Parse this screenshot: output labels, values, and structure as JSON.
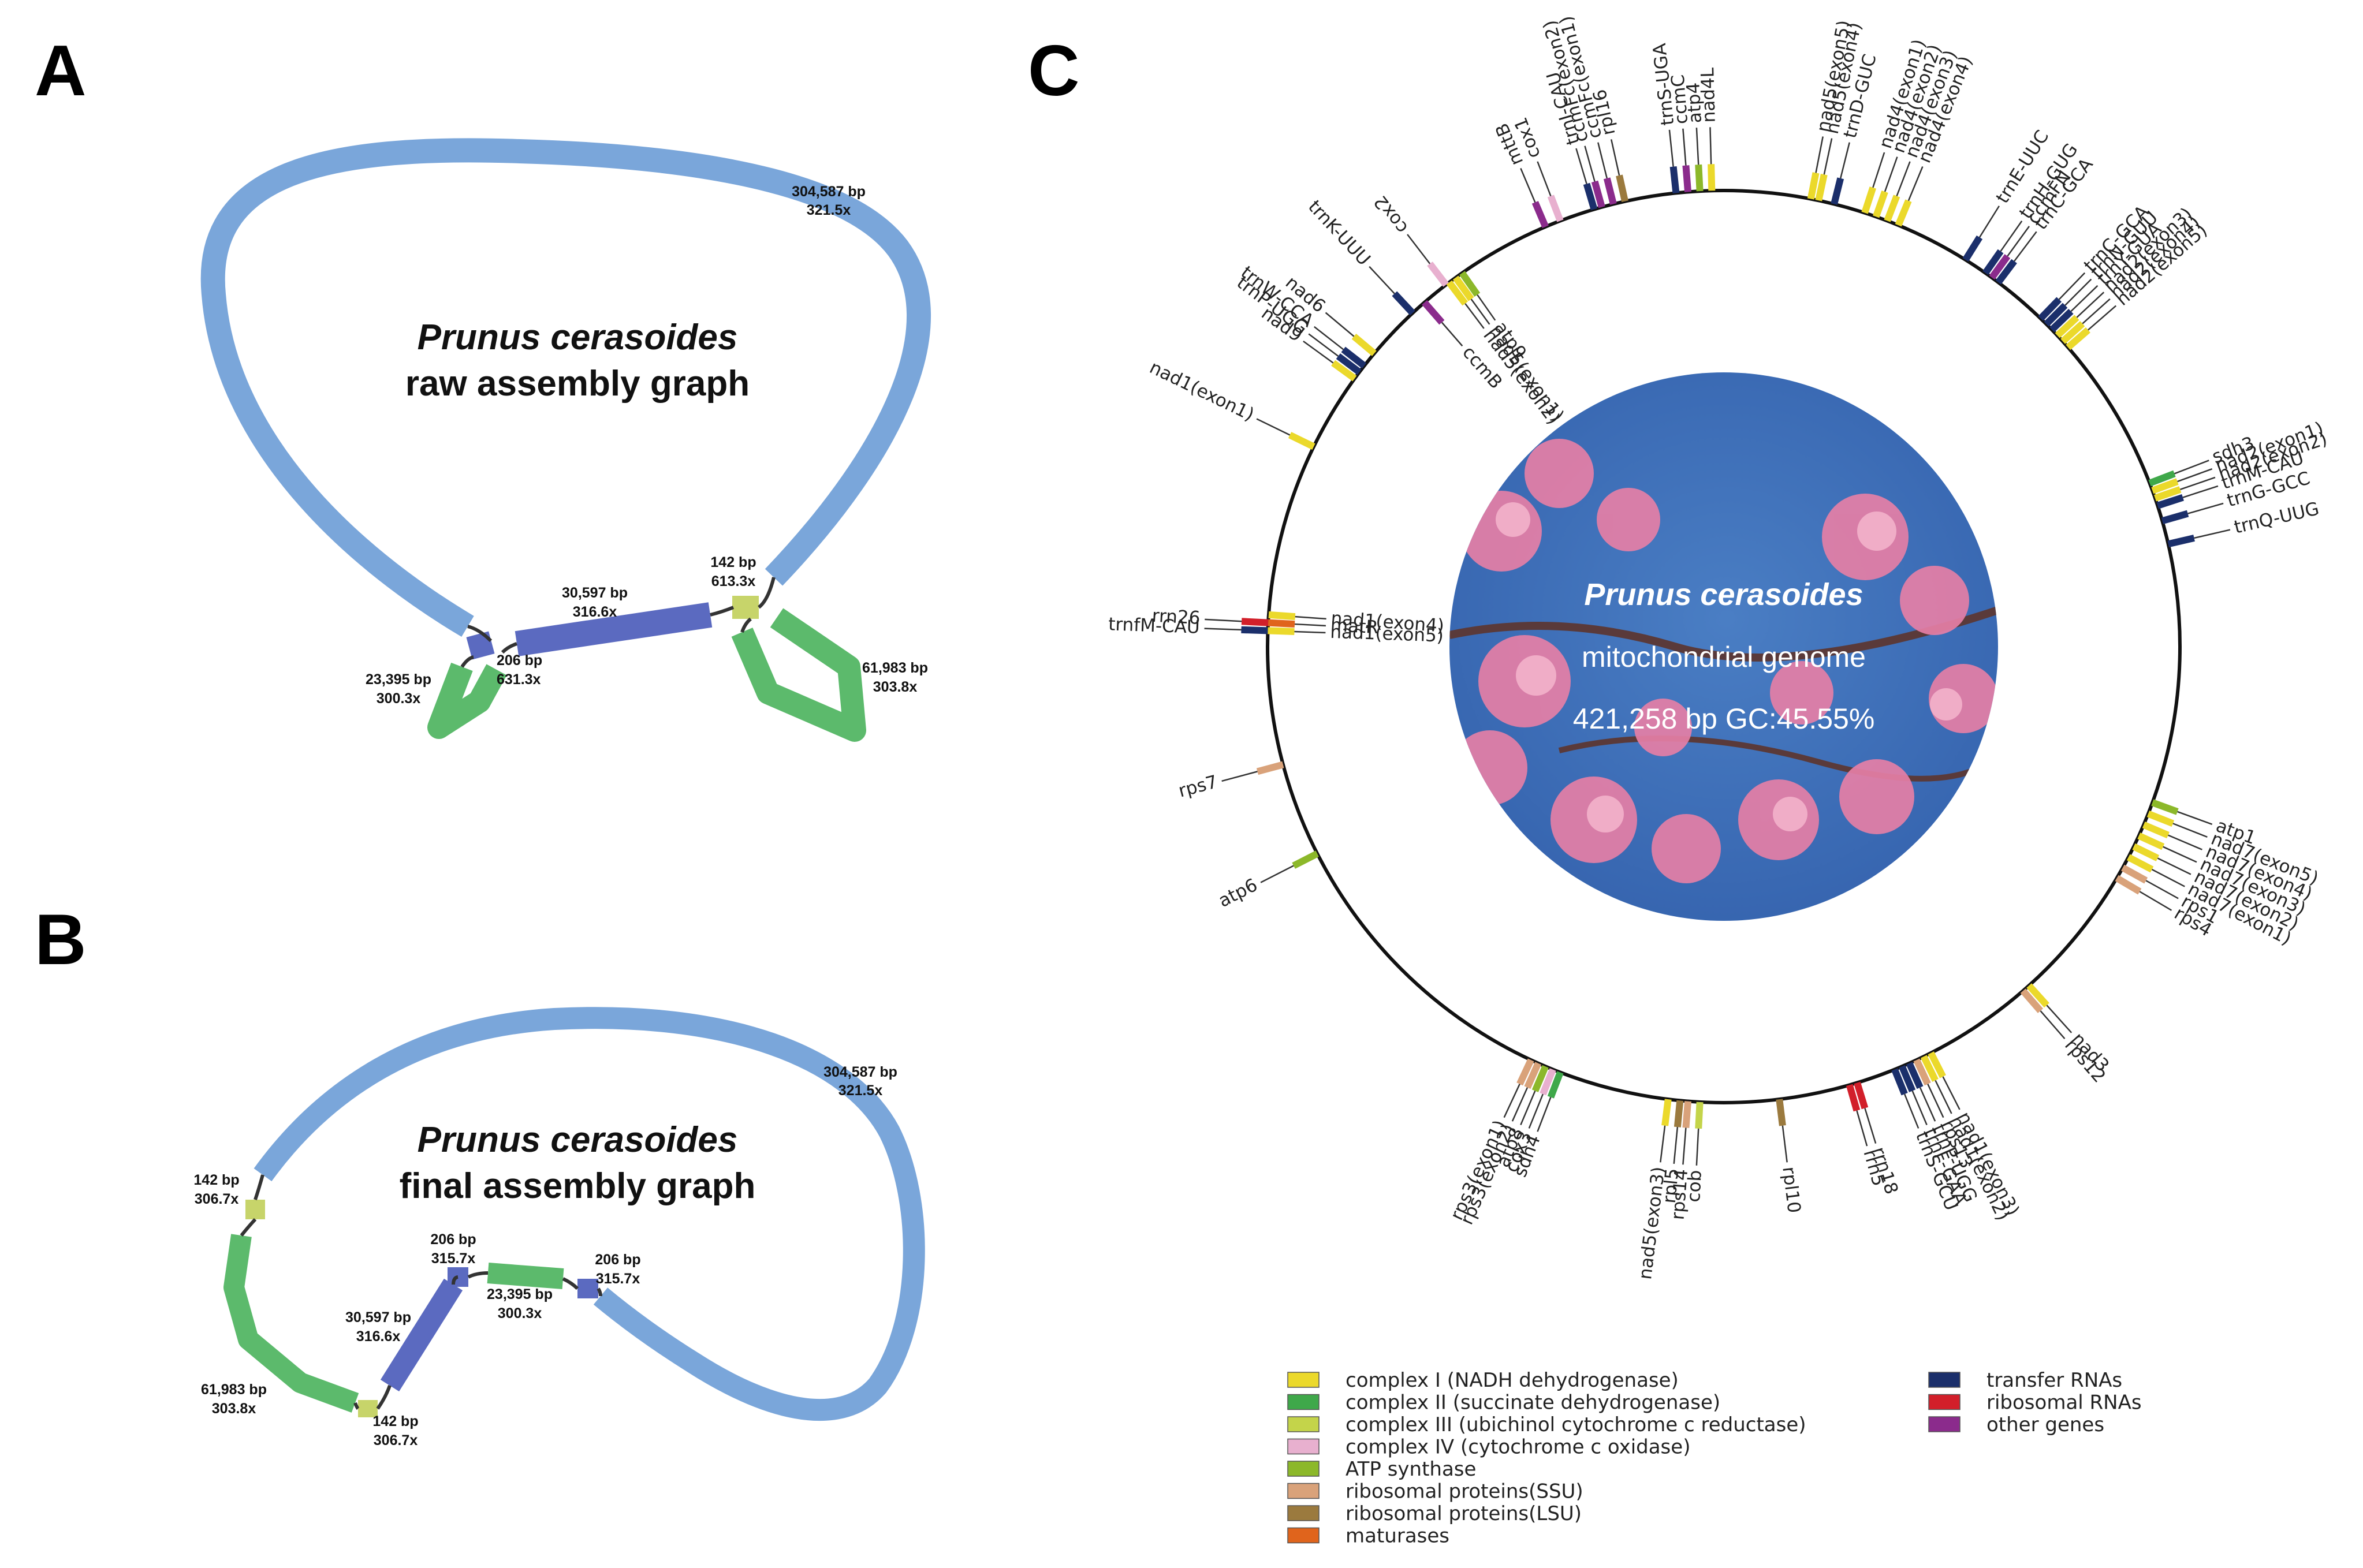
{
  "panels": {
    "a": "A",
    "b": "B",
    "c": "C"
  },
  "graph_a": {
    "title_species": "Prunus cerasoides",
    "title_sub": "raw assembly graph",
    "labels": {
      "big_len": "304,587 bp",
      "big_cov": "321.5x",
      "mid_len": "30,597 bp",
      "mid_cov": "316.6x",
      "small142_len": "142 bp",
      "small142_cov": "613.3x",
      "small206_len": "206 bp",
      "small206_cov": "631.3x",
      "green23_len": "23,395 bp",
      "green23_cov": "300.3x",
      "green61_len": "61,983 bp",
      "green61_cov": "303.8x"
    }
  },
  "graph_b": {
    "title_species": "Prunus cerasoides",
    "title_sub": "final assembly graph",
    "labels": {
      "big_len": "304,587 bp",
      "big_cov": "321.5x",
      "l142a_len": "142 bp",
      "l142a_cov": "306.7x",
      "l206a_len": "206 bp",
      "l206a_cov": "315.7x",
      "l206b_len": "206 bp",
      "l206b_cov": "315.7x",
      "l23_len": "23,395 bp",
      "l23_cov": "300.3x",
      "l30_len": "30,597 bp",
      "l30_cov": "316.6x",
      "l61_len": "61,983 bp",
      "l61_cov": "303.8x",
      "l142b_len": "142 bp",
      "l142b_cov": "306.7x"
    }
  },
  "genome": {
    "title": "Prunus cerasoides",
    "subtitle": "mitochondrial genome",
    "stats": "421,258 bp GC:45.55%",
    "outer_genes": [
      {
        "label": "mttB",
        "angle": -23,
        "cls": "other"
      },
      {
        "label": "cox1",
        "angle": -21,
        "cls": "c4"
      },
      {
        "label": "cox2",
        "angle": -37.5,
        "cls": "c4"
      },
      {
        "label": "rpl16",
        "angle": -12.5,
        "cls": "rlsu"
      },
      {
        "label": "ccmFc(exon1)",
        "angle": -14,
        "cls": "other"
      },
      {
        "label": "ccmFc(exon2)",
        "angle": -15.5,
        "cls": "other"
      },
      {
        "label": "trnI-CAU",
        "angle": -16.5,
        "cls": "trna"
      },
      {
        "label": "trnS-UGA",
        "angle": -6,
        "cls": "trna"
      },
      {
        "label": "ccmC",
        "angle": -4.5,
        "cls": "other"
      },
      {
        "label": "atp4",
        "angle": -3,
        "cls": "atp"
      },
      {
        "label": "nad4L",
        "angle": -1.5,
        "cls": "c1"
      },
      {
        "label": "nad5(exon5)",
        "angle": 11,
        "cls": "c1"
      },
      {
        "label": "nad5(exon4)",
        "angle": 12,
        "cls": "c1"
      },
      {
        "label": "trnD-GUC",
        "angle": 14,
        "cls": "trna"
      },
      {
        "label": "nad4(exon1)",
        "angle": 18,
        "cls": "c1"
      },
      {
        "label": "nad4(exon2)",
        "angle": 19.5,
        "cls": "c1"
      },
      {
        "label": "nad4(exon3)",
        "angle": 21,
        "cls": "c1"
      },
      {
        "label": "nad4(exon4)",
        "angle": 22.5,
        "cls": "c1"
      },
      {
        "label": "trnE-UUC",
        "angle": 32,
        "cls": "trna"
      },
      {
        "label": "trnH-GUG",
        "angle": 35,
        "cls": "trna"
      },
      {
        "label": "ccmFN",
        "angle": 36,
        "cls": "other"
      },
      {
        "label": "trnC-GCA",
        "angle": 37,
        "cls": "trna"
      },
      {
        "label": "trnC-GCA",
        "angle": 44,
        "cls": "trna"
      },
      {
        "label": "trnN-GUU",
        "angle": 45,
        "cls": "trna"
      },
      {
        "label": "trnY-GUA",
        "angle": 46,
        "cls": "trna"
      },
      {
        "label": "nad2(exon3)",
        "angle": 47,
        "cls": "c1"
      },
      {
        "label": "nad2(exon4)",
        "angle": 48,
        "cls": "c1"
      },
      {
        "label": "nad2(exon5)",
        "angle": 49,
        "cls": "c1"
      },
      {
        "label": "sdh3",
        "angle": 69,
        "cls": "c2"
      },
      {
        "label": "nad2(exon1)",
        "angle": 70,
        "cls": "c1"
      },
      {
        "label": "nad2(exon2)",
        "angle": 71,
        "cls": "c1"
      },
      {
        "label": "trnM-CAU",
        "angle": 72,
        "cls": "trna"
      },
      {
        "label": "trnG-GCC",
        "angle": 74,
        "cls": "trna"
      },
      {
        "label": "trnQ-UUG",
        "angle": 77,
        "cls": "trna"
      },
      {
        "label": "atp1",
        "angle": 110,
        "cls": "atp"
      },
      {
        "label": "nad7(exon5)",
        "angle": 111.5,
        "cls": "c1"
      },
      {
        "label": "nad7(exon4)",
        "angle": 113,
        "cls": "c1"
      },
      {
        "label": "nad7(exon3)",
        "angle": 114.5,
        "cls": "c1"
      },
      {
        "label": "nad7(exon2)",
        "angle": 116,
        "cls": "c1"
      },
      {
        "label": "nad7(exon1)",
        "angle": 117.5,
        "cls": "c1"
      },
      {
        "label": "rps1",
        "angle": 119,
        "cls": "rssu"
      },
      {
        "label": "rps4",
        "angle": 120.5,
        "cls": "rssu"
      },
      {
        "label": "nad3",
        "angle": 138,
        "cls": "c1"
      },
      {
        "label": "rps12",
        "angle": 139,
        "cls": "rssu"
      },
      {
        "label": "nad1(exon3)",
        "angle": 153,
        "cls": "c1"
      },
      {
        "label": "nad1(exon2)",
        "angle": 154,
        "cls": "c1"
      },
      {
        "label": "rps13",
        "angle": 155,
        "cls": "rssu"
      },
      {
        "label": "trnP-UGG",
        "angle": 156,
        "cls": "trna"
      },
      {
        "label": "trnF-GAA",
        "angle": 157,
        "cls": "trna"
      },
      {
        "label": "trnS-GCU",
        "angle": 158,
        "cls": "trna"
      },
      {
        "label": "rrn18",
        "angle": 163,
        "cls": "rrna"
      },
      {
        "label": "rrn5",
        "angle": 164,
        "cls": "rrna"
      },
      {
        "label": "rpl10",
        "angle": 173,
        "cls": "rlsu"
      },
      {
        "label": "cob",
        "angle": 183,
        "cls": "c3"
      },
      {
        "label": "rps14",
        "angle": 184.5,
        "cls": "rssu"
      },
      {
        "label": "rpl5",
        "angle": 185.5,
        "cls": "rlsu"
      },
      {
        "label": "nad5(exon3)",
        "angle": 187,
        "cls": "c1"
      },
      {
        "label": "sdh4",
        "angle": 201,
        "cls": "c2"
      },
      {
        "label": "cox3",
        "angle": 202,
        "cls": "c4"
      },
      {
        "label": "atp8",
        "angle": 203,
        "cls": "atp"
      },
      {
        "label": "rps3(exon2)",
        "angle": 204,
        "cls": "rssu"
      },
      {
        "label": "rps3(exon1)",
        "angle": 205,
        "cls": "rssu"
      },
      {
        "label": "atp6",
        "angle": 243,
        "cls": "atp"
      },
      {
        "label": "rps7",
        "angle": 255,
        "cls": "rssu"
      },
      {
        "label": "trnfM-CAU",
        "angle": 272,
        "cls": "trna"
      },
      {
        "label": "rrn26",
        "angle": 273,
        "cls": "rrna"
      },
      {
        "label": "nad1(exon1)",
        "angle": 296,
        "cls": "c1"
      },
      {
        "label": "nad9",
        "angle": 306,
        "cls": "c1"
      },
      {
        "label": "trnP-UGG",
        "angle": 307,
        "cls": "trna"
      },
      {
        "label": "trnW-CCA",
        "angle": 308,
        "cls": "trna"
      },
      {
        "label": "nad6",
        "angle": 310,
        "cls": "c1"
      },
      {
        "label": "trnK-UUU",
        "angle": 317,
        "cls": "trna"
      }
    ],
    "inner_genes": [
      {
        "label": "ccmB",
        "angle": 319,
        "cls": "other"
      },
      {
        "label": "nad5(exon2)",
        "angle": 323,
        "cls": "c1"
      },
      {
        "label": "nad5(exon1)",
        "angle": 324,
        "cls": "c1"
      },
      {
        "label": "atp9",
        "angle": 325,
        "cls": "atp"
      },
      {
        "label": "nad1(exon4)",
        "angle": 274,
        "cls": "c1"
      },
      {
        "label": "matR",
        "angle": 273,
        "cls": "mat"
      },
      {
        "label": "nad1(exon5)",
        "angle": 272,
        "cls": "c1"
      }
    ]
  },
  "legend": {
    "left": [
      {
        "label": "complex I (NADH dehydrogenase)",
        "color": "#ebd92b"
      },
      {
        "label": "complex II (succinate dehydrogenase)",
        "color": "#3fa84a"
      },
      {
        "label": "complex III (ubichinol cytochrome c reductase)",
        "color": "#c4d44a"
      },
      {
        "label": "complex IV (cytochrome c oxidase)",
        "color": "#e8b0cf"
      },
      {
        "label": "ATP synthase",
        "color": "#8cb82a"
      },
      {
        "label": "ribosomal proteins(SSU)",
        "color": "#d9a27a"
      },
      {
        "label": "ribosomal proteins(LSU)",
        "color": "#9b7a3e"
      },
      {
        "label": "maturases",
        "color": "#e0641c"
      }
    ],
    "right": [
      {
        "label": "transfer RNAs",
        "color": "#1b2f6b"
      },
      {
        "label": "ribosomal RNAs",
        "color": "#d21f2a"
      },
      {
        "label": "other genes",
        "color": "#8b2b8c"
      }
    ]
  },
  "colors": {
    "blue": "#7aa6da",
    "purple_blue": "#5b6ac0",
    "green": "#5cba6c",
    "yellow_green": "#c7d46a",
    "photo_sky": "#3d6fb8",
    "blossom": "#e57fa6"
  }
}
